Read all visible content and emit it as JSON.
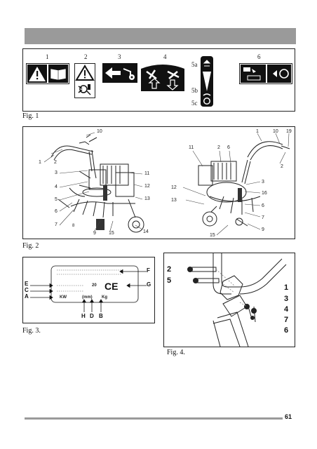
{
  "page": {
    "number": "61"
  },
  "fig1": {
    "caption": "Fig. 1",
    "panel_numbers": [
      "1",
      "2",
      "3",
      "4",
      "6"
    ],
    "side_labels": [
      "5a",
      "5b",
      "5c"
    ]
  },
  "fig2": {
    "caption": "Fig. 2",
    "left_callouts": [
      "10",
      "1",
      "2",
      "3",
      "4",
      "5",
      "6",
      "7",
      "8",
      "9",
      "15",
      "14",
      "11",
      "12",
      "13"
    ],
    "right_callouts": [
      "1",
      "10",
      "19",
      "11",
      "2",
      "6",
      "2",
      "3",
      "16",
      "12",
      "13",
      "6",
      "7",
      "9",
      "15"
    ]
  },
  "fig3": {
    "caption": "Fig. 3.",
    "letters": [
      "E",
      "C",
      "A",
      "F",
      "G",
      "H",
      "D",
      "B"
    ],
    "plate_text": {
      "kw": "KW",
      "mm": "(mm)",
      "kg": "Kg",
      "num": "20",
      "ce": "CE"
    }
  },
  "fig4": {
    "caption": "Fig. 4.",
    "left_labels": [
      "2",
      "5"
    ],
    "right_labels": [
      "1",
      "3",
      "4",
      "7",
      "6"
    ]
  }
}
